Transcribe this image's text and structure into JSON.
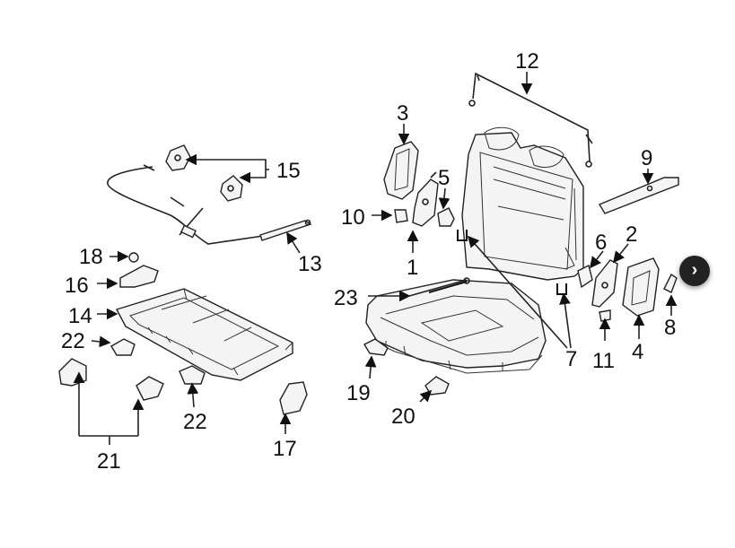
{
  "diagram": {
    "callouts": {
      "c1": "1",
      "c2": "2",
      "c3": "3",
      "c4": "4",
      "c5": "5",
      "c6": "6",
      "c7": "7",
      "c8": "8",
      "c9": "9",
      "c10": "10",
      "c11": "11",
      "c12": "12",
      "c13": "13",
      "c14": "14",
      "c15": "15",
      "c16": "16",
      "c17": "17",
      "c18": "18",
      "c19": "19",
      "c20": "20",
      "c21": "21",
      "c22a": "22",
      "c22b": "22",
      "c23": "23"
    }
  },
  "controls": {
    "next_icon": "chevron-right-icon",
    "next_glyph": "›"
  },
  "colors": {
    "line": "#222222",
    "background": "#ffffff",
    "button": "#222222"
  }
}
